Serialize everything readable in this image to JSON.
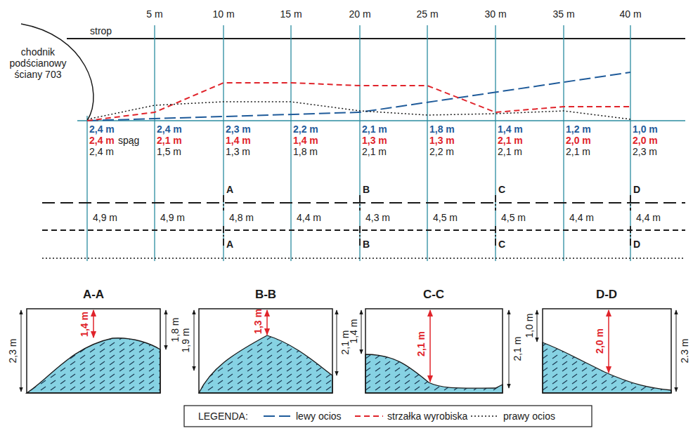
{
  "diagram": {
    "labels": [
      "5 m",
      "10 m",
      "15 m",
      "20 m",
      "25 m",
      "30 m",
      "35 m",
      "40 m",
      "strop",
      "chodnik podścianowy ściany 703",
      "2,4 m",
      "2,4 m",
      "2,3 m",
      "2,2 m",
      "2,1 m",
      "1,8 m",
      "1,4 m",
      "1,2 m",
      "1,0 m",
      "2,4 m",
      "2,1 m",
      "1,4 m",
      "1,4 m",
      "1,3 m",
      "1,3 m",
      "2,1 m",
      "2,0 m",
      "2,0 m",
      "spąg",
      "2,4 m",
      "1,5 m",
      "1,3 m",
      "1,8 m",
      "2,1 m",
      "2,2 m",
      "2,1 m",
      "2,1 m",
      "2,3 m",
      "A",
      "B",
      "C",
      "D",
      "A",
      "B",
      "C",
      "D",
      "4,9 m",
      "4,9 m",
      "4,8 m",
      "4,4 m",
      "4,3 m",
      "4,5 m",
      "4,5 m",
      "4,4 m",
      "4,4 m",
      "A-A",
      "B-B",
      "C-C",
      "D-D",
      "2,3 m",
      "1,4 m",
      "1,8 m",
      "1,9 m",
      "1,3 m",
      "2,1 m",
      "1,4 m",
      "2,1 m",
      "2,1 m",
      "1,0 m",
      "2,0 m",
      "2.3 m",
      "LEGENDA:"
    ],
    "legend": [
      {
        "text": "lewy ocios"
      },
      {
        "text": "strzałka wyrobiska"
      },
      {
        "text": "prawy ocios"
      }
    ]
  }
}
